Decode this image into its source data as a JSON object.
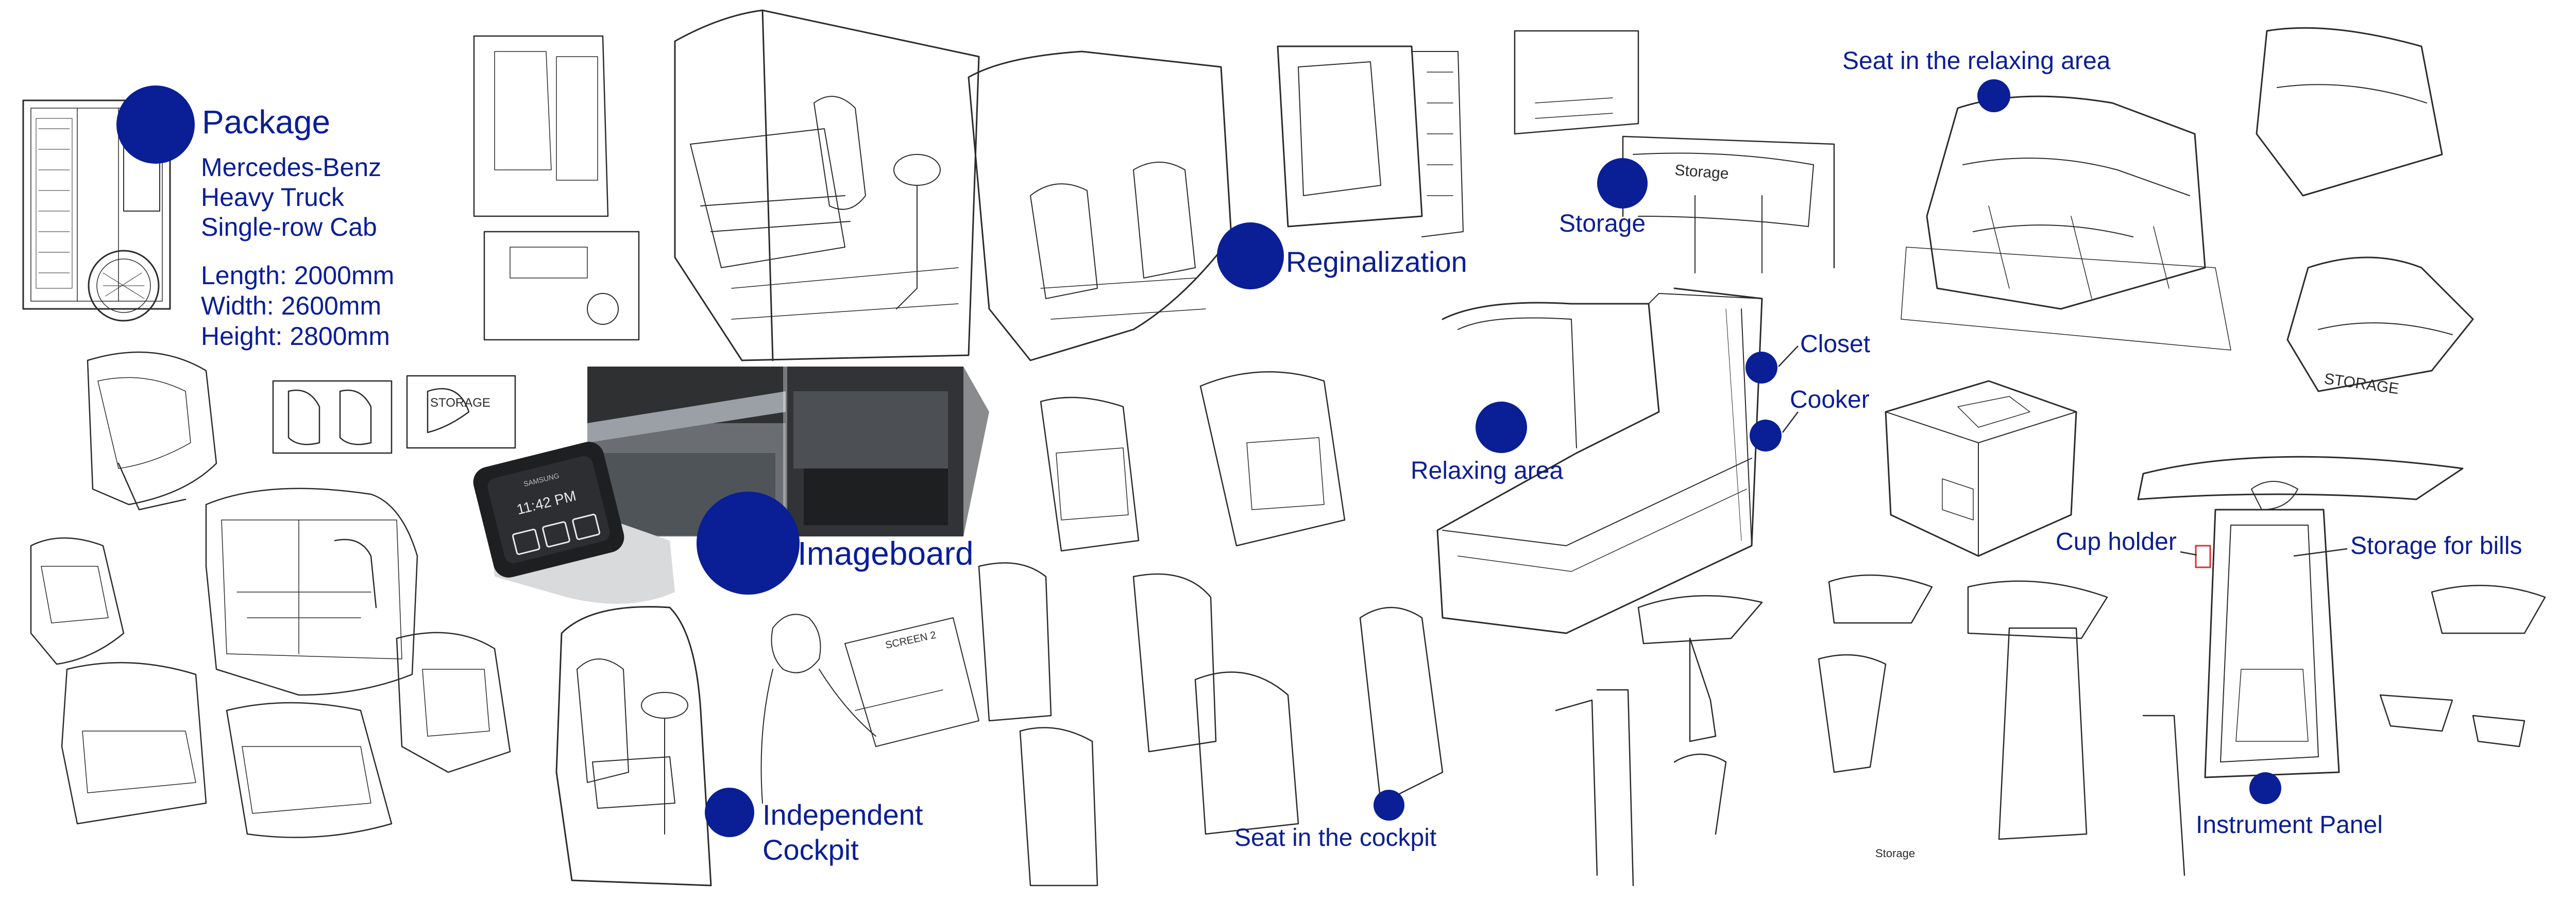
{
  "colors": {
    "navy": "#0A1E96",
    "sketch": "#2b2b2b",
    "cup_accent": "#e03030"
  },
  "package": {
    "title": "Package",
    "lines": [
      "Mercedes-Benz",
      "Heavy Truck",
      "Single-row Cab"
    ],
    "specs": [
      "Length: 2000mm",
      "Width: 2600mm",
      "Height: 2800mm"
    ]
  },
  "labels": {
    "imageboard": "Imageboard",
    "independent_cockpit": [
      "Independent",
      "Cockpit"
    ],
    "reginalization": "Reginalization",
    "seat_cockpit": "Seat in the cockpit",
    "storage": "Storage",
    "relaxing_area": "Relaxing area",
    "closet": "Closet",
    "cooker": "Cooker",
    "seat_relaxing": "Seat in the relaxing area",
    "cup_holder": "Cup holder",
    "storage_bills": "Storage for bills",
    "instrument_panel": "Instrument Panel"
  },
  "sketch_notes": {
    "storage_1": "Storage",
    "storage_2": "STORAGE",
    "storage_3": "Storage",
    "storage_4": "STORAGE",
    "screen": "SCREEN 2"
  },
  "watch": {
    "time": "11:42 PM",
    "brand": "SAMSUNG"
  }
}
